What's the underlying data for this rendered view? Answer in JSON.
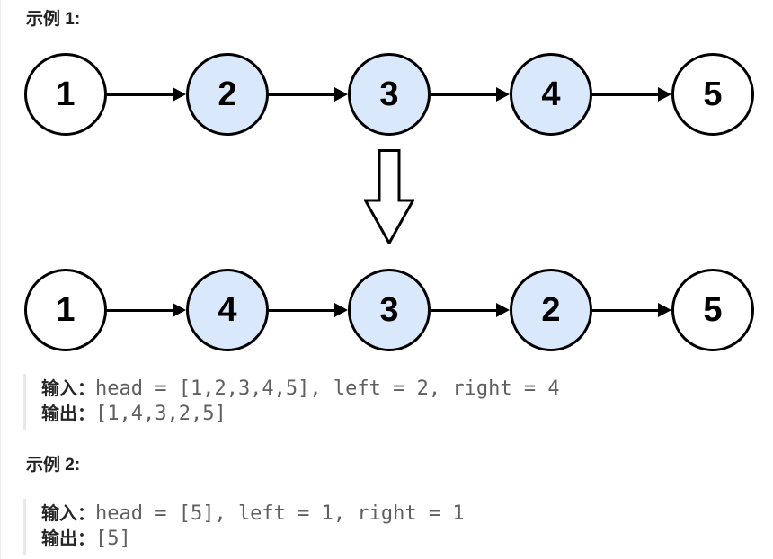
{
  "colors": {
    "page_edge": "#ececec",
    "heading_text": "#212121",
    "label_text": "#262626",
    "code_text": "#5f5f5f",
    "block_border": "#e8e8e8",
    "node_highlight": "#dae8fc",
    "node_default": "#ffffff",
    "node_border": "#000000"
  },
  "examples": [
    {
      "heading": "示例 1:",
      "input_label": "输入：",
      "input_value": "head = [1,2,3,4,5], left = 2, right = 4",
      "output_label": "输出：",
      "output_value": "[1,4,3,2,5]"
    },
    {
      "heading": "示例 2:",
      "input_label": "输入：",
      "input_value": "head = [5], left = 1, right = 1",
      "output_label": "输出：",
      "output_value": "[5]"
    }
  ],
  "diagram": {
    "before": {
      "nodes": [
        {
          "value": "1",
          "highlighted": false
        },
        {
          "value": "2",
          "highlighted": true
        },
        {
          "value": "3",
          "highlighted": true
        },
        {
          "value": "4",
          "highlighted": true
        },
        {
          "value": "5",
          "highlighted": false
        }
      ]
    },
    "transform_arrow": "down-arrow",
    "after": {
      "nodes": [
        {
          "value": "1",
          "highlighted": false
        },
        {
          "value": "4",
          "highlighted": true
        },
        {
          "value": "3",
          "highlighted": true
        },
        {
          "value": "2",
          "highlighted": true
        },
        {
          "value": "5",
          "highlighted": false
        }
      ]
    }
  }
}
